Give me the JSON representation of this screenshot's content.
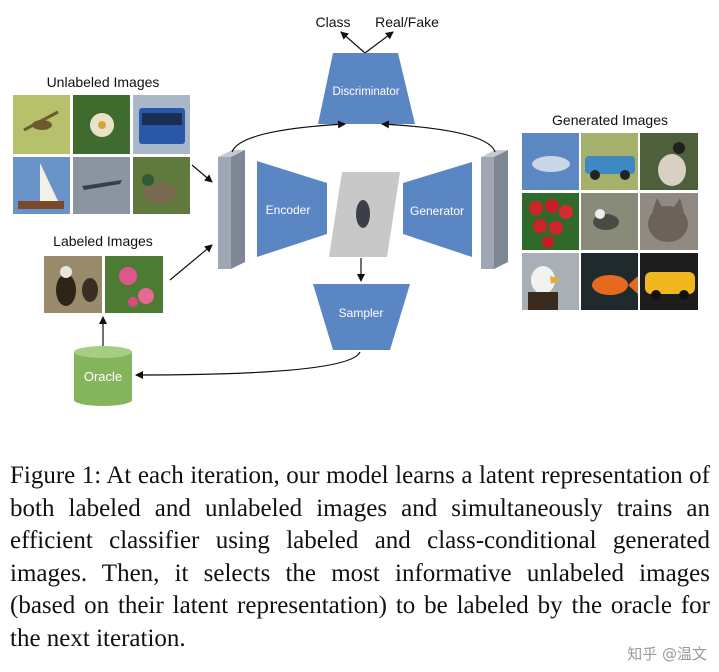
{
  "diagram": {
    "outputs": {
      "class_label": "Class",
      "real_fake_label": "Real/Fake"
    },
    "discriminator_label": "Discriminator",
    "encoder_label": "Encoder",
    "generator_label": "Generator",
    "sampler_label": "Sampler",
    "oracle_label": "Oracle",
    "unlabeled_title": "Unlabeled Images",
    "labeled_title": "Labeled Images",
    "generated_title": "Generated Images",
    "colors": {
      "module_blue": "#5b86c4",
      "block_gray": "#9fa7b5",
      "latent_gray": "#c8c8c8",
      "oracle_green": "#84b55d"
    },
    "thumbnails": {
      "unlabeled": [
        "hummingbird",
        "flower",
        "bus",
        "sailboat",
        "airplane",
        "duck"
      ],
      "labeled": [
        "eagle",
        "flower"
      ],
      "generated": [
        "blimp",
        "car",
        "bird",
        "strawberries",
        "bird",
        "cat",
        "eagle",
        "goldfish",
        "taxi"
      ]
    }
  },
  "caption": {
    "text": "Figure 1: At each iteration, our model learns a latent representation of both labeled and unlabeled images and simultaneously trains an efficient classifier using labeled and class-conditional generated images. Then, it selects the most informative unlabeled images (based on their latent representation) to be labeled by the oracle for the next iteration."
  },
  "watermark": {
    "text": "知乎 @温文"
  }
}
